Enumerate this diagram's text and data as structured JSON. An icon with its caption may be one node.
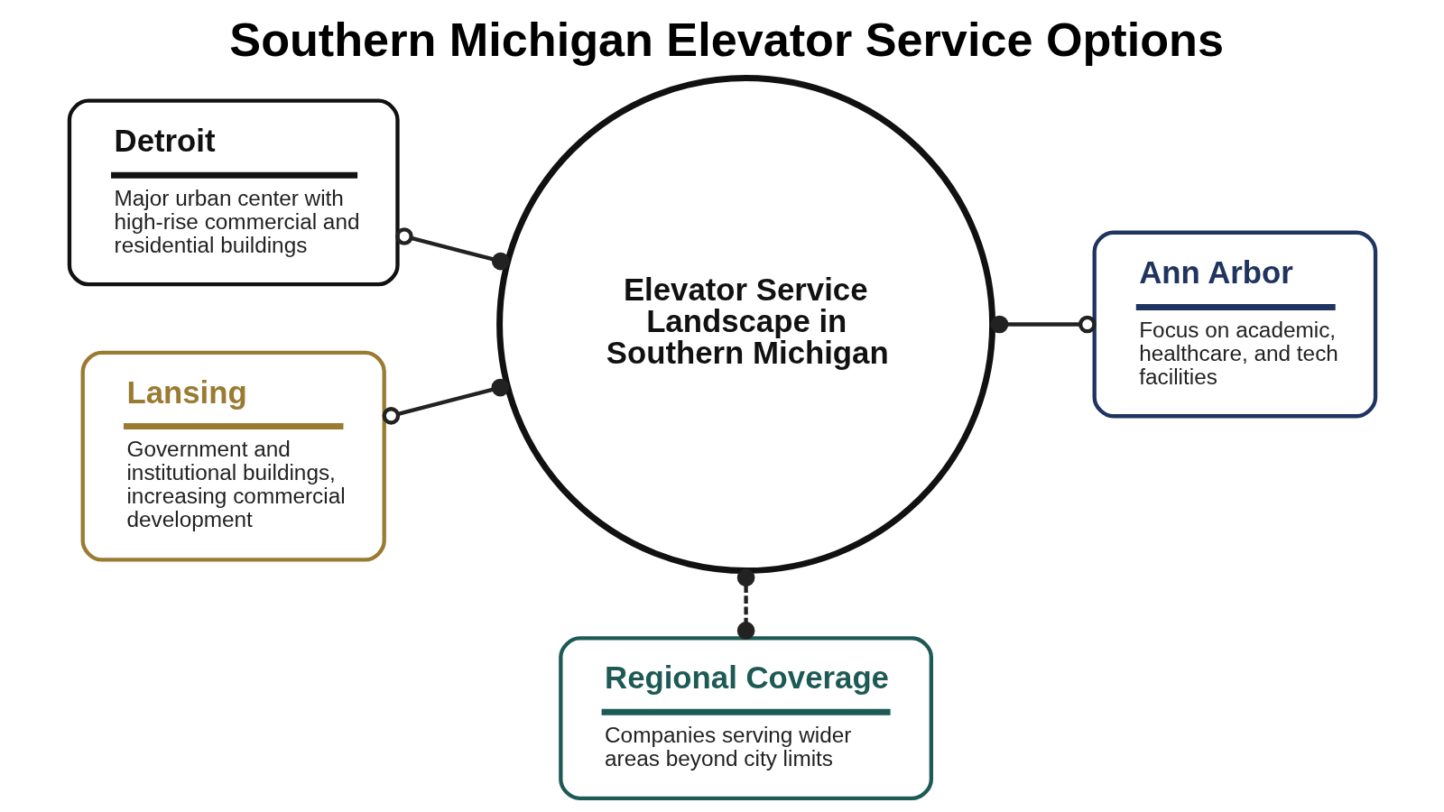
{
  "diagram": {
    "title": "Southern Michigan Elevator Service Options",
    "nodes": [
      {
        "text": [
          "Elevator Service Landscape in Southern Michigan"
        ]
      },
      {
        "text": [
          "Detroit",
          "Major urban center with high-rise commercial and residential buildings"
        ]
      },
      {
        "text": [
          "Ann Arbor",
          "Focus on academic, healthcare, and tech facilities"
        ]
      },
      {
        "text": [
          "Lansing",
          "Government and institutional buildings, increasing commercial development"
        ]
      },
      {
        "text": [
          "Regional Coverage",
          "Companies serving wider areas beyond city limits"
        ]
      }
    ],
    "edges": [
      {
        "from": 1,
        "to": 0,
        "arrow": "other"
      },
      {
        "from": 0,
        "to": 2,
        "arrow": "other"
      },
      {
        "from": 3,
        "to": 0,
        "arrow": "other"
      },
      {
        "from": 0,
        "to": 4,
        "arrow": "other",
        "style": "dashed"
      }
    ]
  }
}
